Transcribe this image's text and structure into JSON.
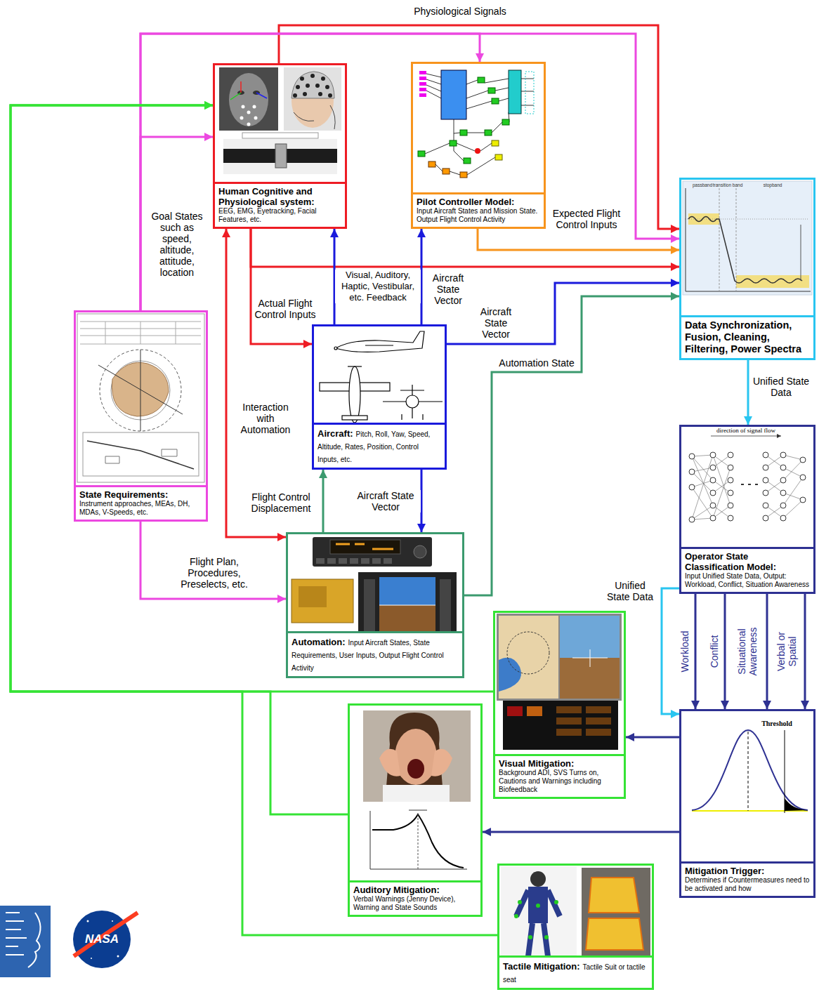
{
  "diagram": {
    "nodes": [
      {
        "text": [
          "Human Cognitive and Physiological system:",
          "EEG, EMG, Eyetracking, Facial Features, etc."
        ]
      },
      {
        "text": [
          "Pilot Controller Model:",
          "Input Aircraft States and Mission State. Output Flight Control Activity"
        ]
      },
      {
        "text": [
          "Data Synchronization, Fusion, Cleaning, Filtering, Power Spectra"
        ]
      },
      {
        "text": [
          "State Requirements:",
          "Instrument approaches, MEAs, DH, MDAs, V-Speeds, etc."
        ]
      },
      {
        "text": [
          "Aircraft:",
          "Pitch, Roll, Yaw, Speed, Altitude, Rates, Position, Control Inputs, etc."
        ]
      },
      {
        "text": [
          "Operator State Classification Model:",
          "Input Unified State Data, Output: Workload, Conflict, Situation Awareness"
        ]
      },
      {
        "text": [
          "Automation:",
          "Input Aircraft States, State Requirements, User Inputs, Output Flight Control Activity"
        ]
      },
      {
        "text": [
          "Visual Mitigation:",
          "Background ADI, SVS Turns on, Cautions and Warnings including Biofeedback"
        ]
      },
      {
        "text": [
          "Auditory Mitigation:",
          "Verbal Warnings (Jenny Device), Warning and State Sounds"
        ]
      },
      {
        "text": [
          "Mitigation Trigger:",
          "Determines if Countermeasures need to be activated and how"
        ]
      },
      {
        "text": [
          "Tactile Mitigation:",
          "Tactile Suit or tactile seat"
        ]
      }
    ],
    "edges": [
      {
        "from": 0,
        "to": 2,
        "label": "Physiological Signals",
        "arrow": "to"
      },
      {
        "from": 3,
        "to": 0,
        "label": "Goal States such as speed, altitude, attitude, location",
        "arrow": "to"
      },
      {
        "from": 3,
        "to": 1,
        "arrow": "to"
      },
      {
        "from": 3,
        "to": 2,
        "arrow": "to"
      },
      {
        "from": 1,
        "to": 2,
        "label": "Expected Flight Control Inputs",
        "arrow": "to"
      },
      {
        "from": 0,
        "to": 4,
        "label": "Actual Flight Control Inputs",
        "arrow": "to"
      },
      {
        "from": 0,
        "to": 2,
        "arrow": "to"
      },
      {
        "from": 0,
        "to": 6,
        "label": "Interaction with Automation",
        "arrow": "both"
      },
      {
        "from": 4,
        "to": 0,
        "label": "Visual, Auditory, Haptic, Vestibular, etc. Feedback",
        "arrow": "to"
      },
      {
        "from": 4,
        "to": 1,
        "label": "Aircraft State Vector",
        "arrow": "to"
      },
      {
        "from": 4,
        "to": 2,
        "label": "Aircraft State Vector",
        "arrow": "to"
      },
      {
        "from": 6,
        "to": 4,
        "label": "Flight Control Displacement",
        "arrow": "to"
      },
      {
        "from": 4,
        "to": 6,
        "label": "Aircraft State Vector",
        "arrow": "to"
      },
      {
        "from": 6,
        "to": 2,
        "label": "Automation State",
        "arrow": "to"
      },
      {
        "from": 3,
        "to": 6,
        "label": "Flight Plan, Procedures, Preselects, etc.",
        "arrow": "to"
      },
      {
        "from": 2,
        "to": 5,
        "label": "Unified State Data",
        "arrow": "to"
      },
      {
        "from": 5,
        "to": 9,
        "label": "Unified State Data",
        "arrow": "to"
      },
      {
        "from": 5,
        "to": 9,
        "label": "Workload",
        "arrow": "to"
      },
      {
        "from": 5,
        "to": 9,
        "label": "Conflict",
        "arrow": "to"
      },
      {
        "from": 5,
        "to": 9,
        "label": "Situational Awareness",
        "arrow": "to"
      },
      {
        "from": 5,
        "to": 9,
        "label": "Verbal or Spatial",
        "arrow": "to"
      },
      {
        "from": 9,
        "to": 7,
        "arrow": "to"
      },
      {
        "from": 9,
        "to": 8,
        "arrow": "to"
      },
      {
        "from": 7,
        "to": 0,
        "arrow": "to"
      },
      {
        "from": 8,
        "to": 0,
        "arrow": "to"
      },
      {
        "from": 10,
        "to": 0,
        "arrow": "to"
      }
    ],
    "labels": [
      "Threshold",
      "direction of signal flow",
      "passband",
      "transition band",
      "stopband",
      "NASA"
    ]
  }
}
